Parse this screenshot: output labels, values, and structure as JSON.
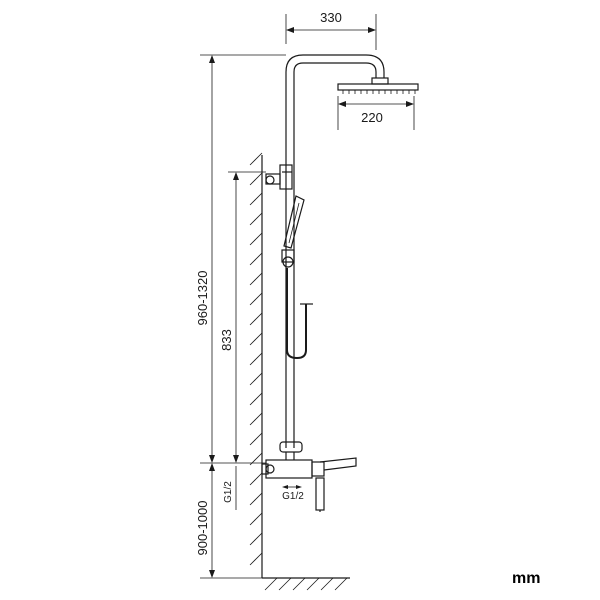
{
  "dimensions": {
    "arm_length": "330",
    "head_width": "220",
    "total_height": "960-1320",
    "bar_height": "833",
    "mixer_height": "900-1000",
    "inlet_thread_left": "G1/2",
    "inlet_thread_bottom": "G1/2"
  },
  "unit_label": "mm"
}
